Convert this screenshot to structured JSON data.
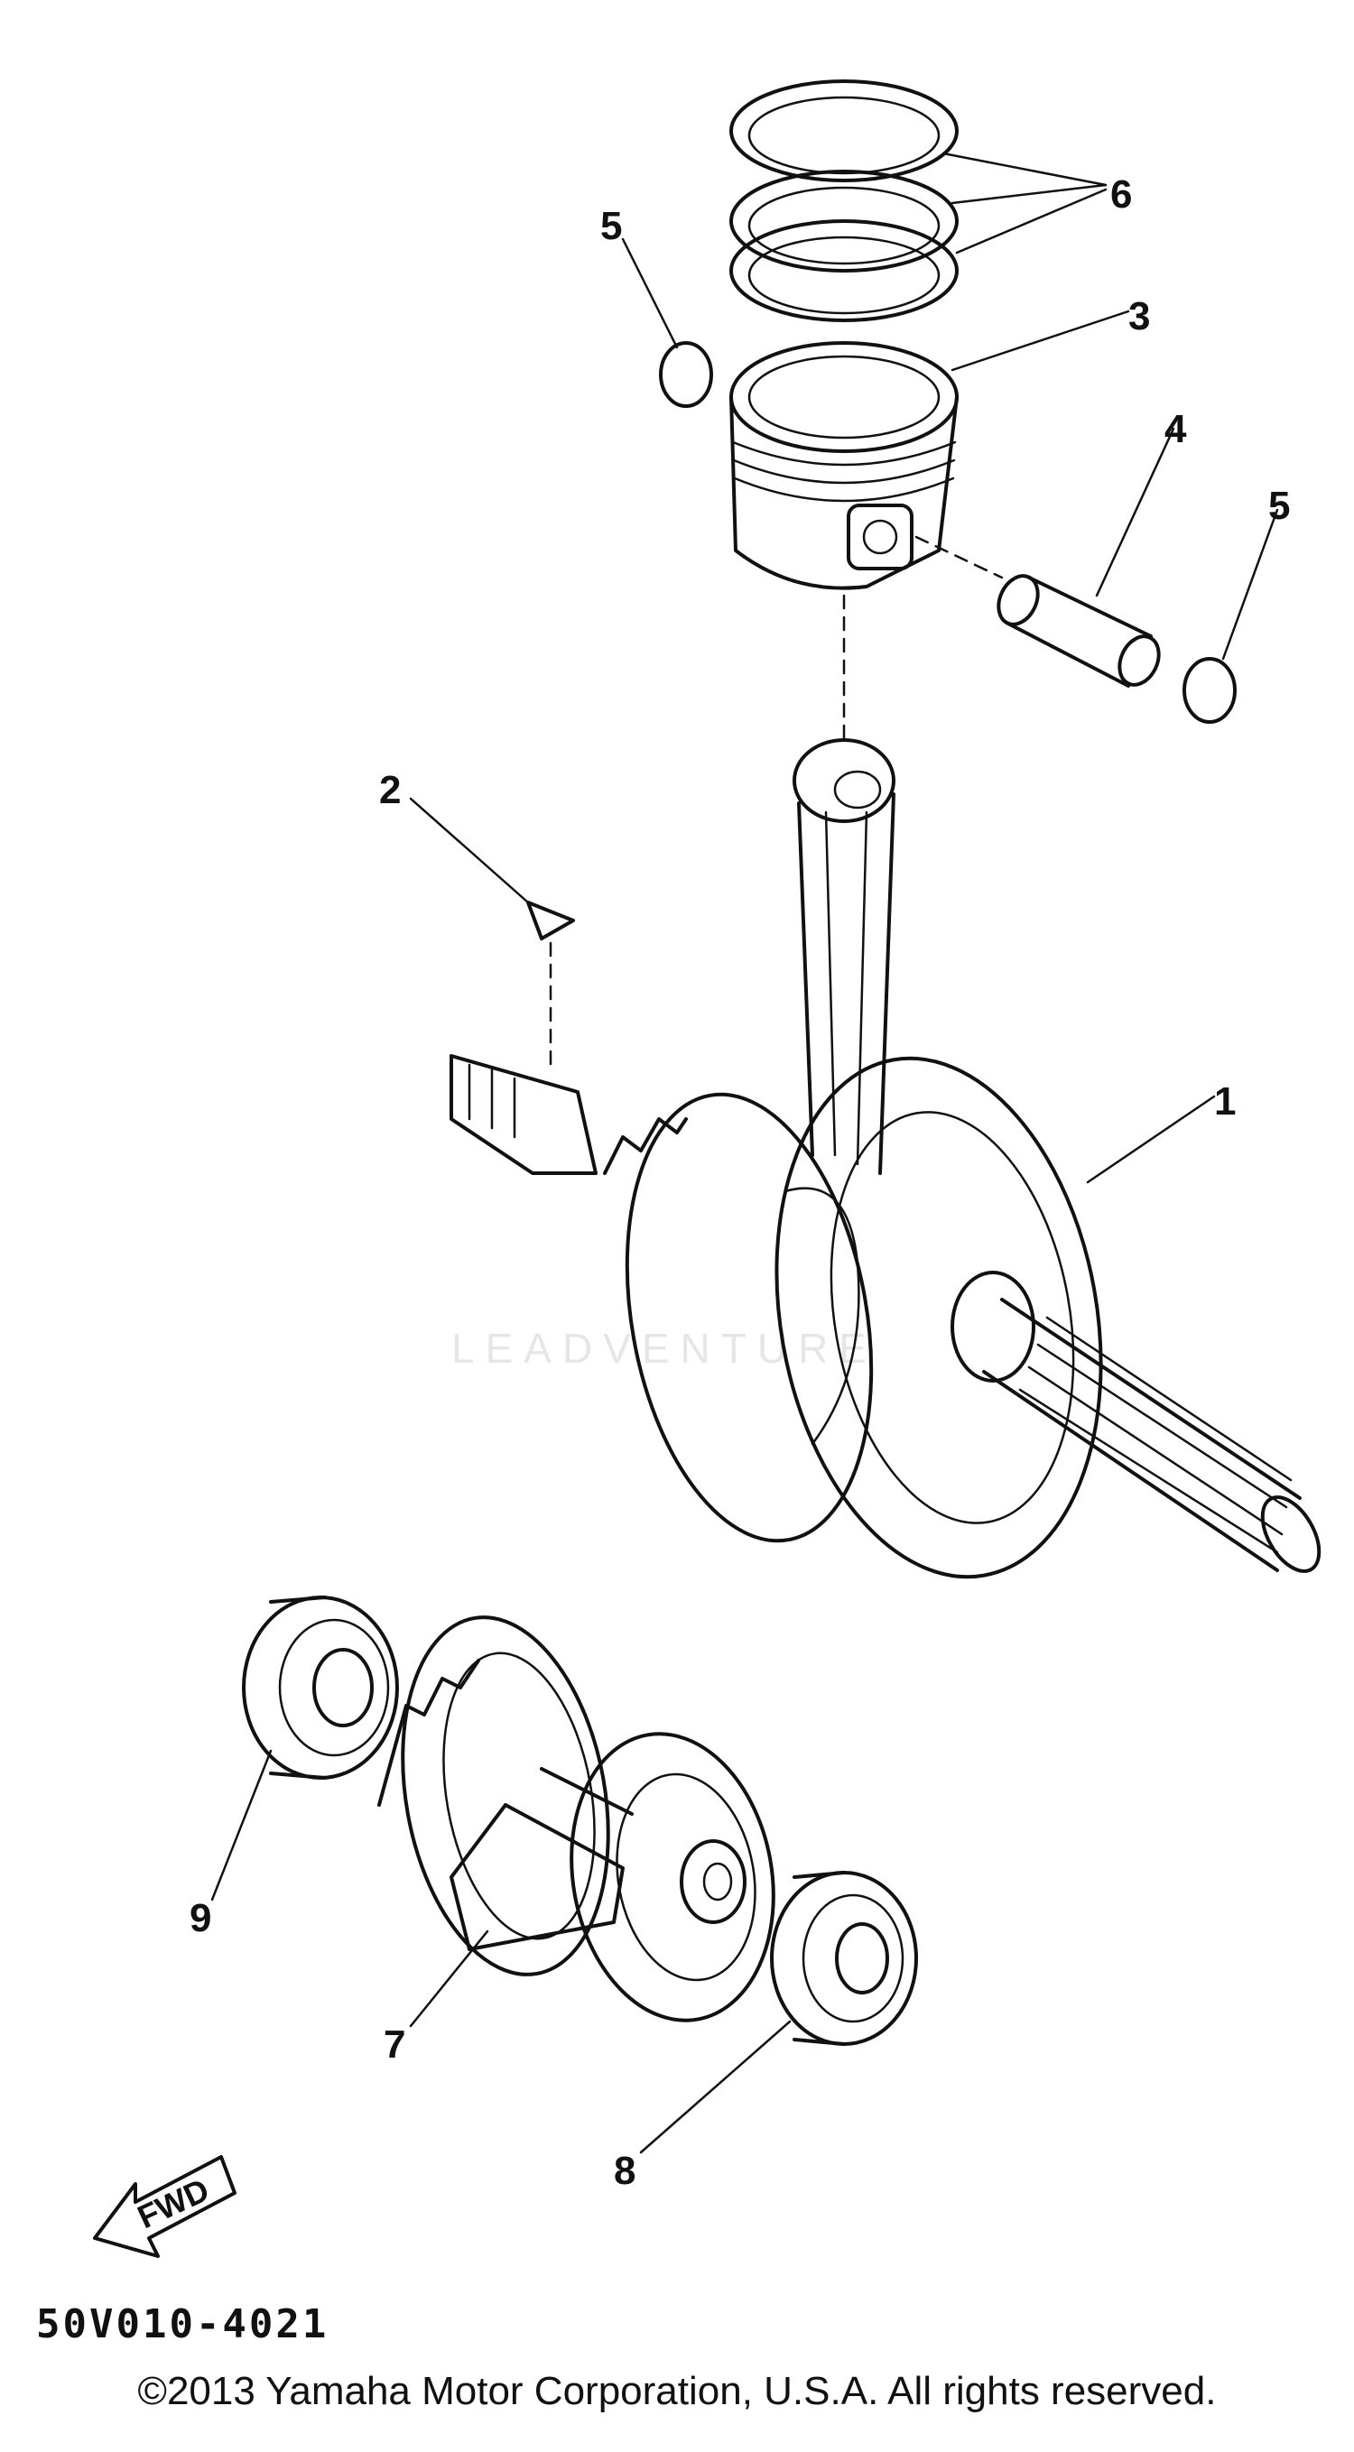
{
  "callouts": [
    {
      "label": "1"
    },
    {
      "label": "2"
    },
    {
      "label": "3"
    },
    {
      "label": "4"
    },
    {
      "label": "5"
    },
    {
      "label": "5"
    },
    {
      "label": "6"
    },
    {
      "label": "7"
    },
    {
      "label": "8"
    },
    {
      "label": "9"
    }
  ],
  "fwd_label": "FWD",
  "figure_code": "50V010-4021",
  "watermark": "LEADVENTURE",
  "copyright": "©2013 Yamaha Motor Corporation, U.S.A. All rights reserved.",
  "colors": {
    "ink": "#111111",
    "watermark": "#e6e6e6",
    "background": "#ffffff"
  }
}
